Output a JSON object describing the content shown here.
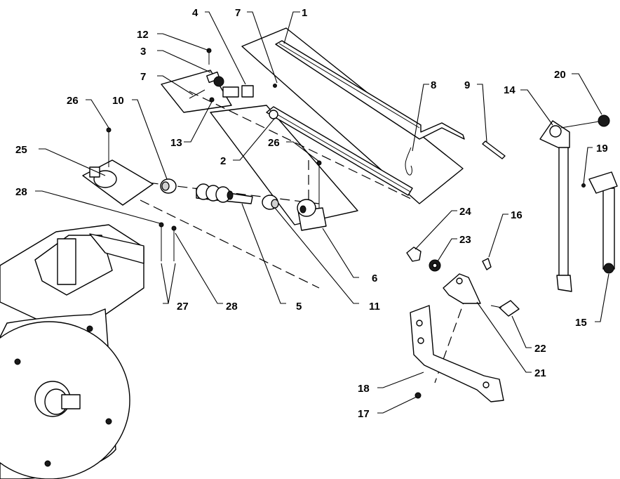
{
  "callouts": [
    {
      "id": "c1",
      "text": "1"
    },
    {
      "id": "c2",
      "text": "2"
    },
    {
      "id": "c3",
      "text": "3"
    },
    {
      "id": "c4",
      "text": "4"
    },
    {
      "id": "c5",
      "text": "5"
    },
    {
      "id": "c6",
      "text": "6"
    },
    {
      "id": "c7a",
      "text": "7"
    },
    {
      "id": "c7b",
      "text": "7"
    },
    {
      "id": "c8",
      "text": "8"
    },
    {
      "id": "c9",
      "text": "9"
    },
    {
      "id": "c10",
      "text": "10"
    },
    {
      "id": "c11",
      "text": "11"
    },
    {
      "id": "c12",
      "text": "12"
    },
    {
      "id": "c13",
      "text": "13"
    },
    {
      "id": "c14",
      "text": "14"
    },
    {
      "id": "c15",
      "text": "15"
    },
    {
      "id": "c16",
      "text": "16"
    },
    {
      "id": "c17",
      "text": "17"
    },
    {
      "id": "c18",
      "text": "18"
    },
    {
      "id": "c19",
      "text": "19"
    },
    {
      "id": "c20",
      "text": "20"
    },
    {
      "id": "c21",
      "text": "21"
    },
    {
      "id": "c22",
      "text": "22"
    },
    {
      "id": "c23",
      "text": "23"
    },
    {
      "id": "c24",
      "text": "24"
    },
    {
      "id": "c25",
      "text": "25"
    },
    {
      "id": "c26a",
      "text": "26"
    },
    {
      "id": "c26b",
      "text": "26"
    },
    {
      "id": "c27",
      "text": "27"
    },
    {
      "id": "c28a",
      "text": "28"
    },
    {
      "id": "c28b",
      "text": "28"
    }
  ]
}
